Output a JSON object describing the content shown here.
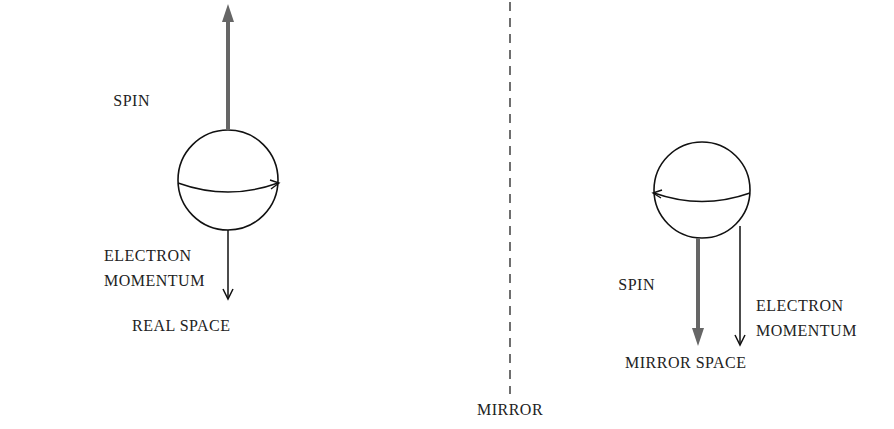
{
  "diagram": {
    "labels": [
      "SPIN",
      "ELECTRON MOMENTUM",
      "REAL SPACE",
      "MIRROR",
      "SPIN",
      "ELECTRON MOMENTUM",
      "MIRROR SPACE"
    ]
  }
}
